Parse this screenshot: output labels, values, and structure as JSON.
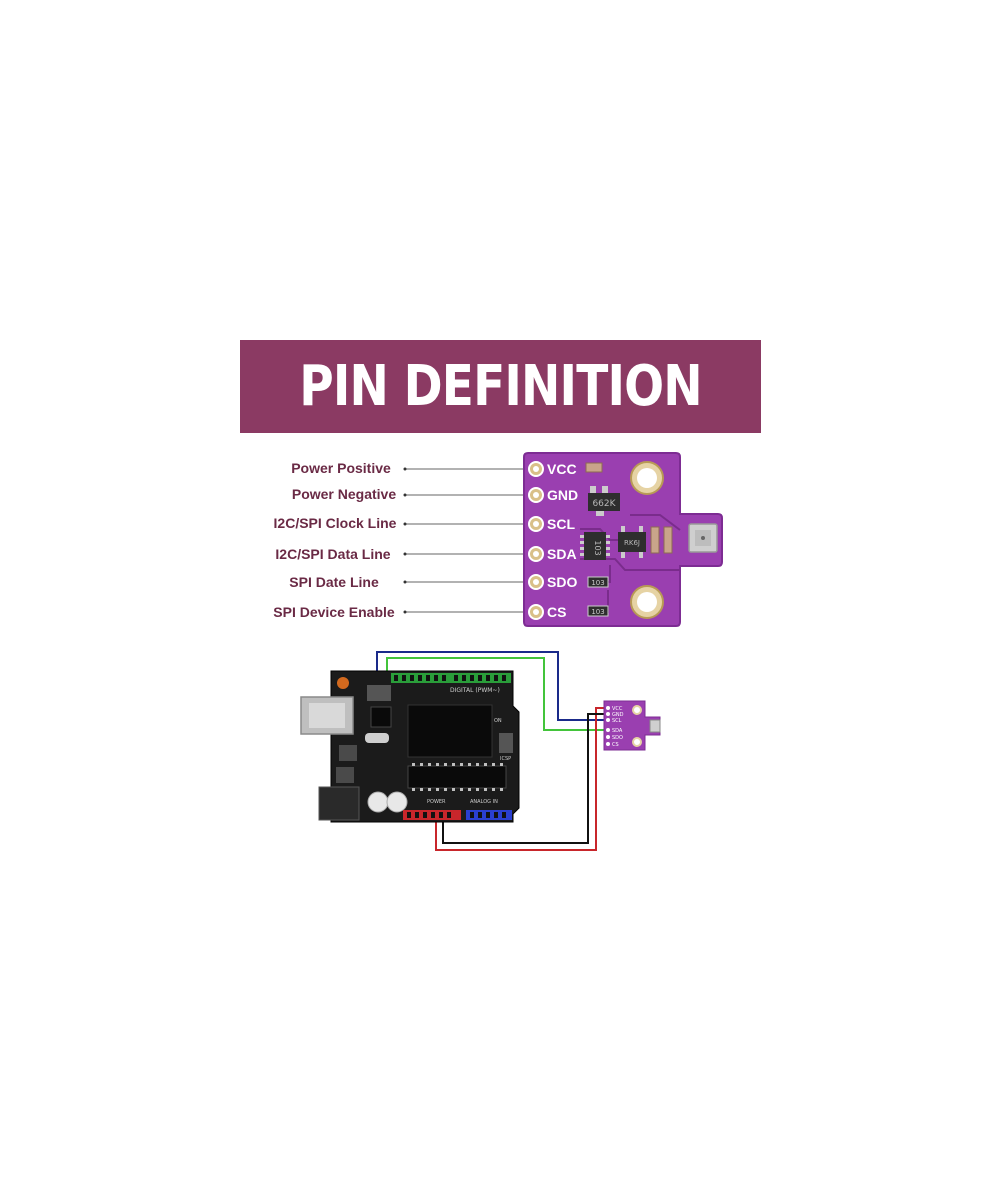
{
  "title": "PIN DEFINITION",
  "pins": [
    {
      "label": "VCC",
      "description": "Power Positive"
    },
    {
      "label": "GND",
      "description": "Power Negative"
    },
    {
      "label": "SCL",
      "description": "I2C/SPI Clock Line"
    },
    {
      "label": "SDA",
      "description": "I2C/SPI Data Line"
    },
    {
      "label": "SDO",
      "description": "SPI Date Line"
    },
    {
      "label": "CS",
      "description": "SPI Device Enable"
    }
  ],
  "module": {
    "ic_marking_1": "662K",
    "ic_marking_2": "103",
    "ic_marking_3": "RK6J",
    "resistor_marking": "103",
    "colors": {
      "pcb": "#9a3fb0",
      "pcb_edge": "#7d2c93"
    }
  },
  "arduino": {
    "digital_label": "DIGITAL (PWM~)",
    "power_label": "POWER",
    "analog_label": "ANALOG IN",
    "icsp_label": "ICSP",
    "on_label": "ON"
  },
  "small_module_pins": [
    "VCC",
    "GND",
    "SCL",
    "SDA",
    "SDO",
    "CS"
  ],
  "wire_colors": {
    "blue": "#1a2a8a",
    "green": "#43c43b",
    "red": "#c8262b",
    "black": "#111111"
  }
}
